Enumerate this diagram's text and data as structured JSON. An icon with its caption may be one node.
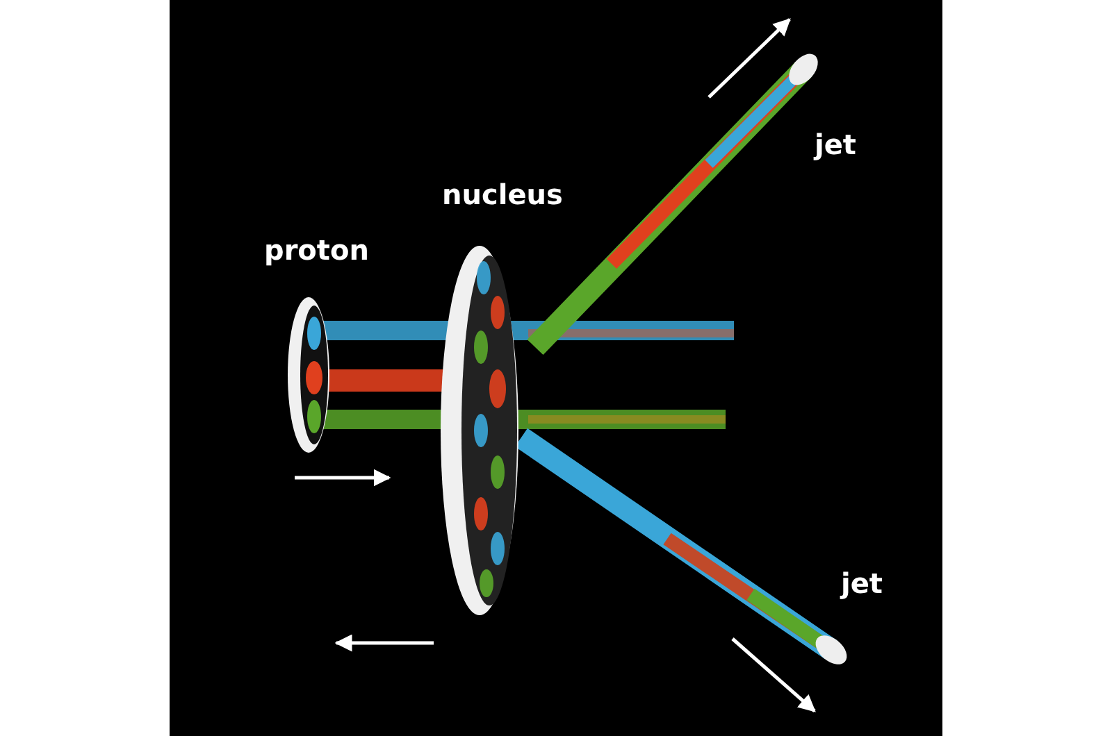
{
  "diagram": {
    "labels": [
      "proton",
      "nucleus",
      "jet",
      "jet"
    ]
  }
}
